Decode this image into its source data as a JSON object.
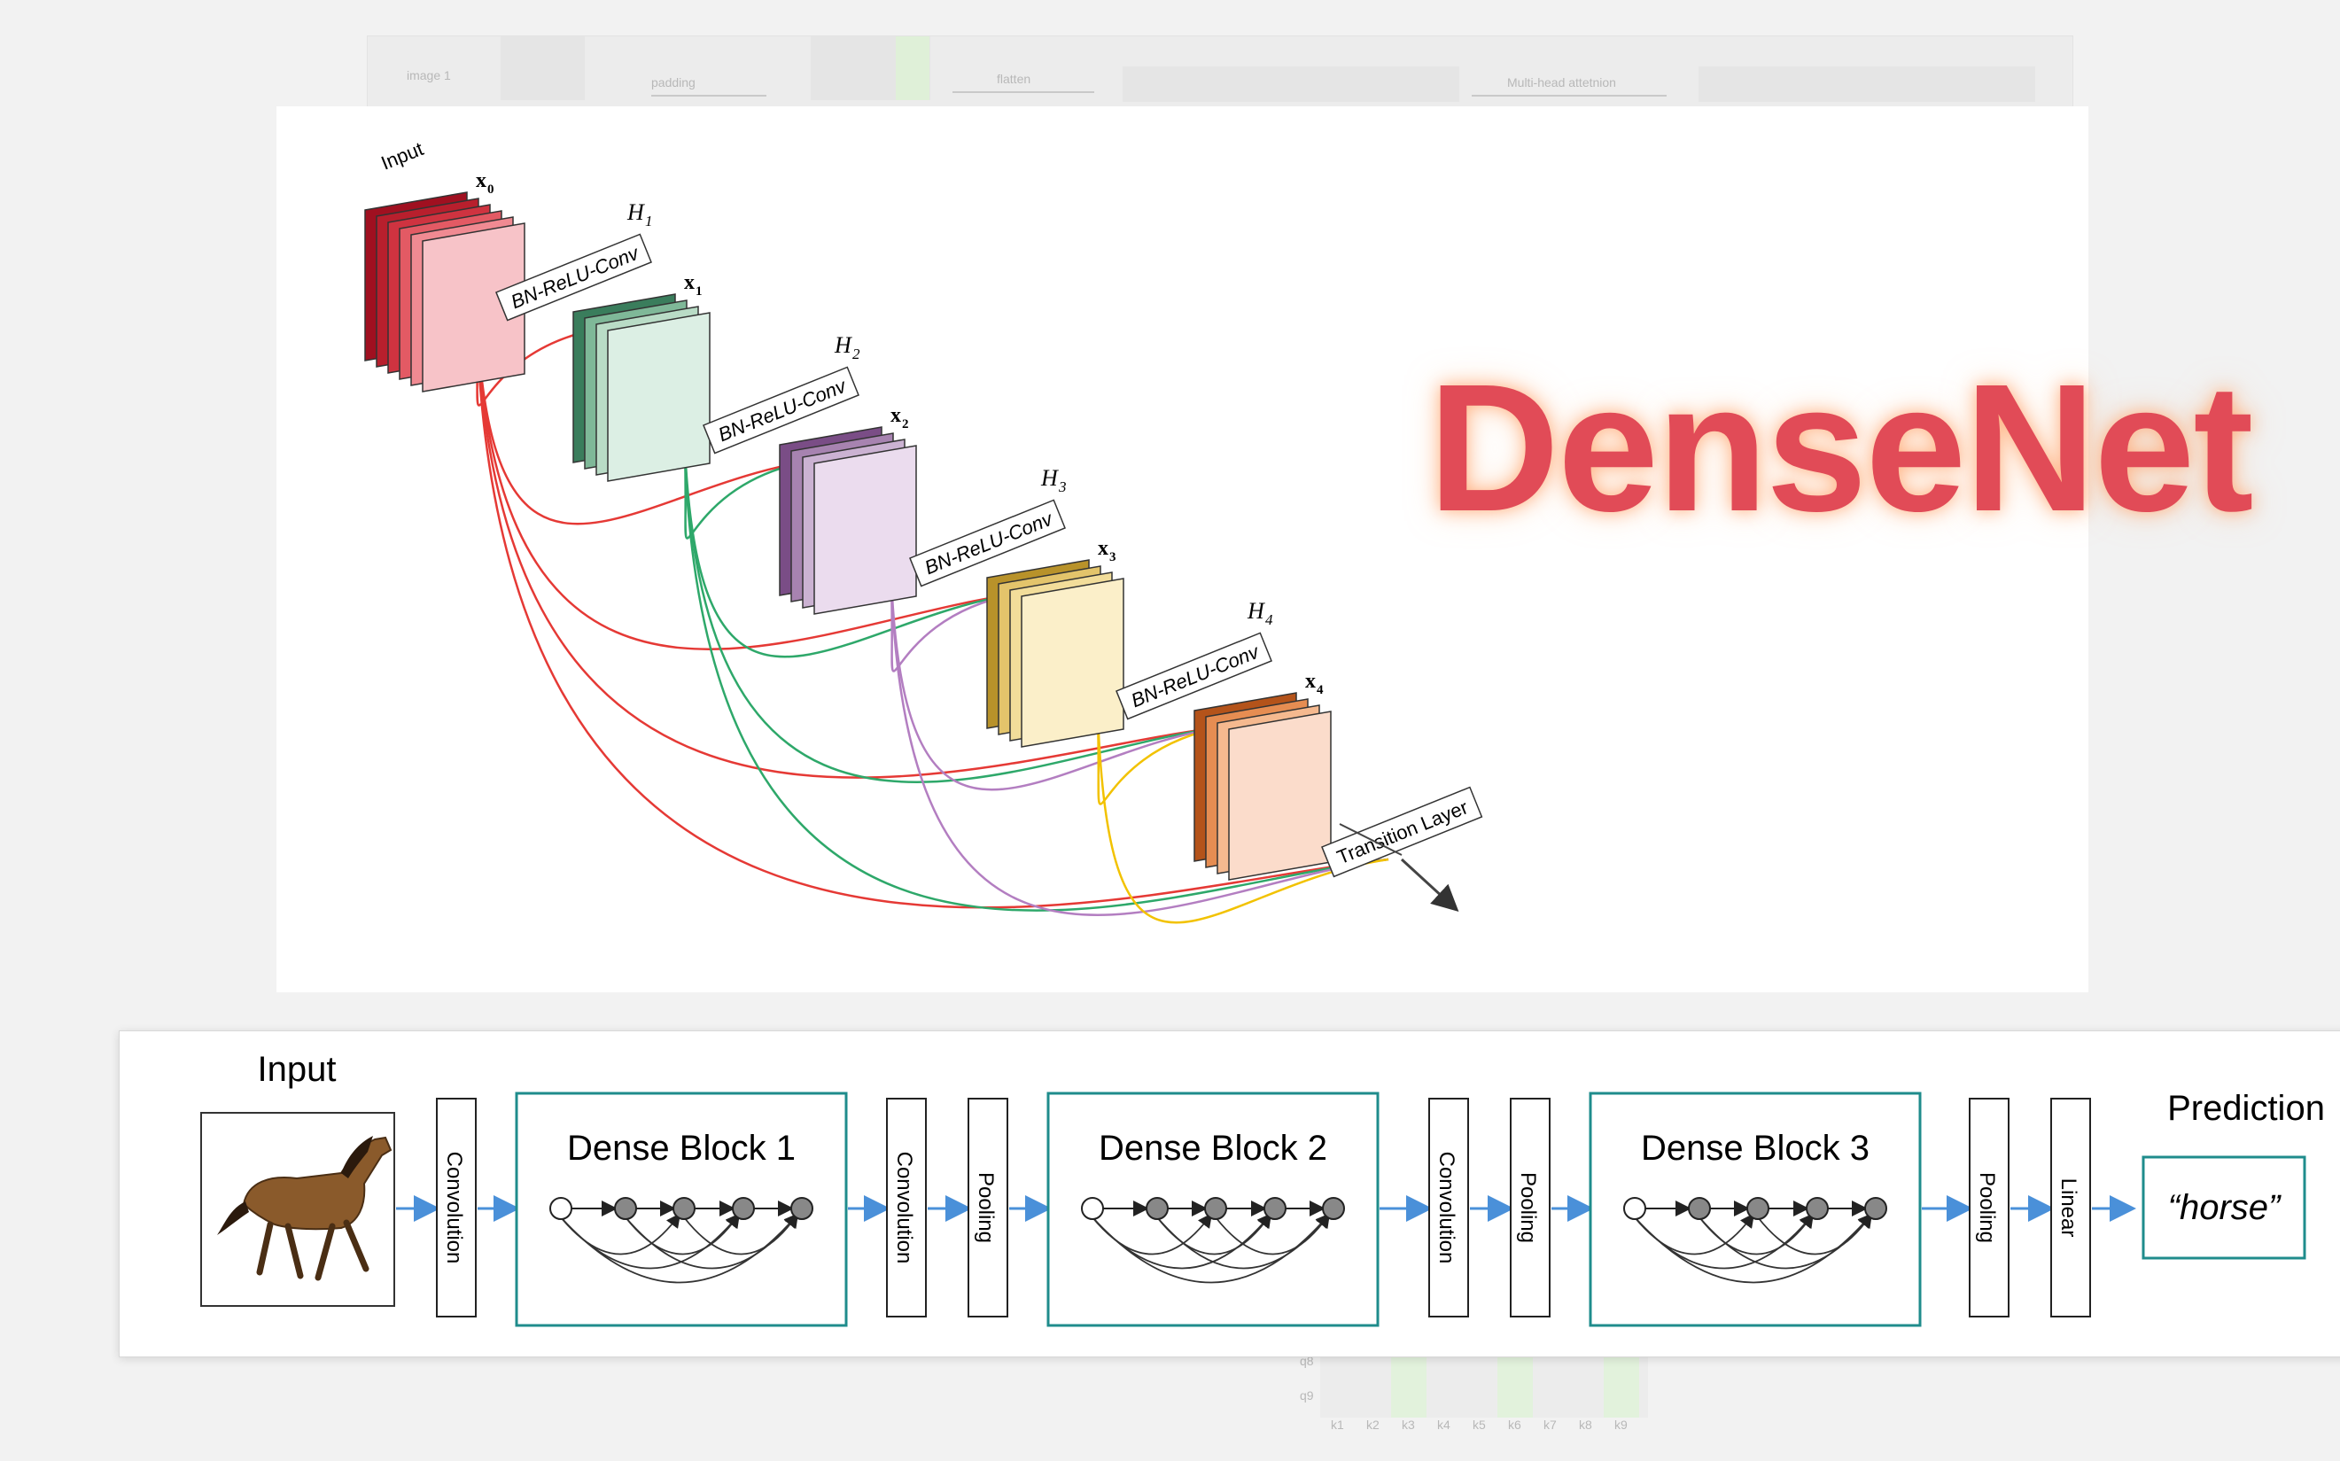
{
  "background": {
    "image_label": "image 1",
    "padding_label": "padding",
    "flatten_label": "flatten",
    "attention_label": "Multi-head attetnion",
    "row_labels": [
      "q8",
      "q9"
    ],
    "col_labels": [
      "k1",
      "k2",
      "k3",
      "k4",
      "k5",
      "k6",
      "k7",
      "k8",
      "k9"
    ]
  },
  "densenet_diagram": {
    "title": "DenseNet",
    "input_label": "Input",
    "outputs": [
      "x",
      "x",
      "x",
      "x",
      "x"
    ],
    "output_subscripts": [
      "0",
      "1",
      "2",
      "3",
      "4"
    ],
    "layers": [
      "H",
      "H",
      "H",
      "H"
    ],
    "layer_subscripts": [
      "1",
      "2",
      "3",
      "4"
    ],
    "conv_label": "BN-ReLU-Conv",
    "transition_label": "Transition Layer",
    "colors": {
      "red": "#e53935",
      "green": "#2ea86a",
      "purple": "#b37ec1",
      "yellow": "#f2c200"
    }
  },
  "pipeline": {
    "input_label": "Input",
    "prediction_label": "Prediction",
    "prediction_value": "“horse”",
    "convolution": "Convolution",
    "pooling": "Pooling",
    "linear": "Linear",
    "blocks": [
      "Dense Block 1",
      "Dense Block 2",
      "Dense Block 3"
    ],
    "colors": {
      "block_border": "#1f8c8c",
      "arrow": "#4a90d9"
    }
  }
}
